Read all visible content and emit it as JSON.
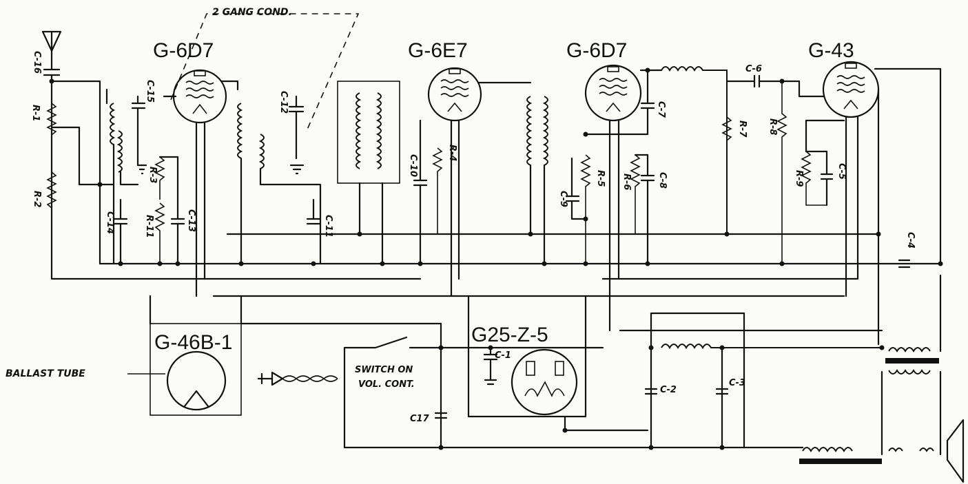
{
  "tubes": {
    "t1": "G-6D7",
    "t2": "G-6E7",
    "t3": "G-6D7",
    "t4": "G-43",
    "ballast": "G-46B-1",
    "rectifier": "G25-Z-5"
  },
  "labels": {
    "gang_cond": "2 GANG COND.",
    "ballast_tube": "BALLAST TUBE",
    "switch_line1": "SWITCH ON",
    "switch_line2": "VOL. CONT.",
    "c1": "C-1",
    "c2": "C-2",
    "c3": "C-3",
    "c4": "C-4",
    "c5": "C-5",
    "c6": "C-6",
    "c7": "C-7",
    "c8": "C-8",
    "c9": "C-9",
    "c10": "C-10",
    "c11": "C-11",
    "c12": "C-12",
    "c13": "C-13",
    "c14": "C-14",
    "c15": "C-15",
    "c16": "C-16",
    "c17": "C17",
    "r1": "R-1",
    "r2": "R-2",
    "r3": "R-3",
    "r4": "R-4",
    "r5": "R-5",
    "r6": "R-6",
    "r7": "R-7",
    "r8": "R-8",
    "r9": "R-9",
    "r11": "R-11"
  }
}
